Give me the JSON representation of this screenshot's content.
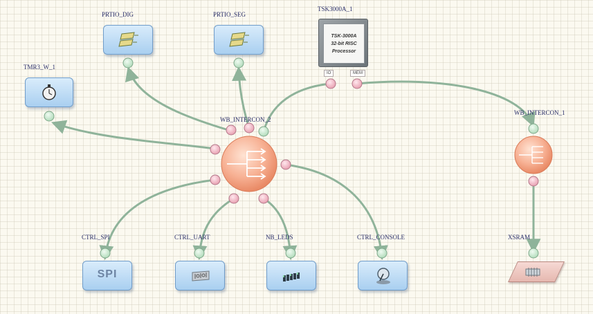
{
  "colors": {
    "wire": "#8fb39a",
    "pin_green": "#c8ecd0",
    "pin_pink": "#f1b8c4",
    "interconnect": "#f4a584",
    "block_blue": "#a9cff0"
  },
  "labels": {
    "prtio_dig": "PRTIO_DIG",
    "prtio_seg": "PRTIO_SEG",
    "processor": "TSK3000A_1",
    "timer": "TMR3_W_1",
    "wb_intercon_2": "WB_INTERCON_2",
    "wb_intercon_1": "WB_INTERCON_1",
    "ctrl_spi": "CTRL_SPI",
    "ctrl_uart": "CTRL_UART",
    "nb_leds": "NB_LEDS",
    "ctrl_console": "CTRL_CONSOLE",
    "xsram": "XSRAM"
  },
  "processor": {
    "line1": "TSK-3000A",
    "line2": "32-bit RISC",
    "line3": "Processor",
    "port_io": "IO",
    "port_mem": "MEM"
  },
  "spi_text": "SPI",
  "icons": {
    "prtio_dig": "port-io-icon",
    "prtio_seg": "port-io-icon",
    "timer": "stopwatch-icon",
    "ctrl_spi": "spi-icon",
    "ctrl_uart": "uart-icon",
    "nb_leds": "leds-icon",
    "ctrl_console": "console-icon",
    "xsram": "sram-icon",
    "interconnect": "interconnect-icon"
  }
}
